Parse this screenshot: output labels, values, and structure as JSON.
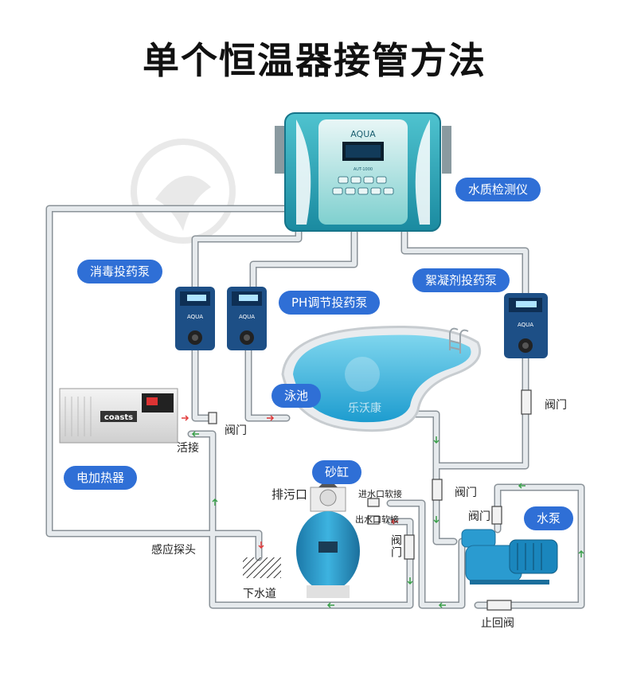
{
  "title": "单个恒温器接管方法",
  "labels": {
    "monitor": "水质检测仪",
    "disinfect_pump": "消毒投药泵",
    "ph_pump": "PH调节投药泵",
    "floc_pump": "絮凝剂投药泵",
    "pool": "泳池",
    "heater": "电加热器",
    "sand_tank": "砂缸",
    "water_pump": "水泵",
    "valve_1": "阀门",
    "valve_2": "阀门",
    "valve_3": "阀门",
    "valve_4": "阀门",
    "valve_5": "阀门",
    "union": "活接",
    "sensor_probe": "感应探头",
    "drain_outlet": "排污口",
    "inlet_hose": "进水口软接",
    "outlet_hose": "出水口软接",
    "sewer": "下水道",
    "check_valve": "止回阀",
    "pool_watermark": "乐沃康"
  },
  "devices": {
    "monitor_brand": "AQUA",
    "pump_brand": "AQUA",
    "heater_brand": "coasts",
    "monitor_screen": "AUT-1000"
  },
  "colors": {
    "pill": "#2f6fd6",
    "pipe": "#d9dee2",
    "pipe_edge": "#8a9298",
    "flow_red": "#e23b3b",
    "flow_green": "#3aa04a",
    "device_teal": "#1f8fa8",
    "pump_blue": "#1d4f86",
    "pool_water": "#3ab7e0"
  }
}
